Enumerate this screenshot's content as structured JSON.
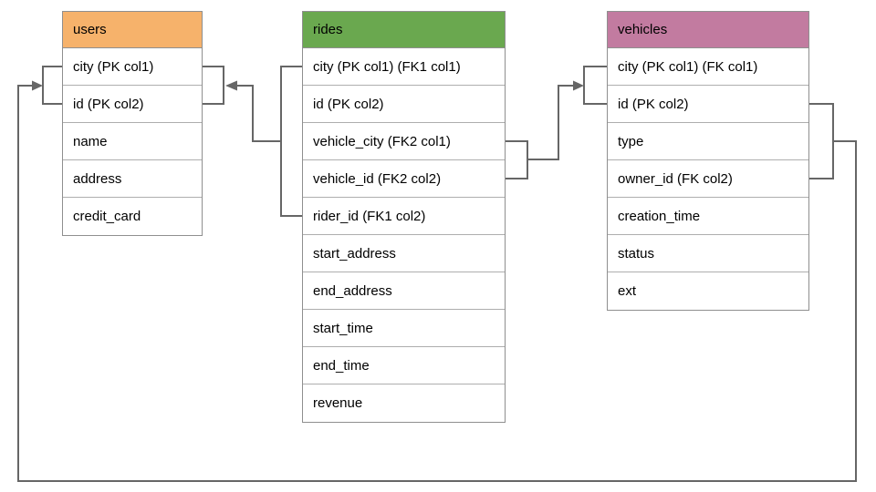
{
  "diagram": {
    "tables": [
      {
        "name": "users",
        "header_color": "#F6B26B",
        "columns": [
          "city (PK col1)",
          "id (PK col2)",
          "name",
          "address",
          "credit_card"
        ]
      },
      {
        "name": "rides",
        "header_color": "#6AA84F",
        "columns": [
          "city (PK col1) (FK1 col1)",
          "id (PK col2)",
          "vehicle_city (FK2 col1)",
          "vehicle_id (FK2 col2)",
          "rider_id (FK1 col2)",
          "start_address",
          "end_address",
          "start_time",
          "end_time",
          "revenue"
        ]
      },
      {
        "name": "vehicles",
        "header_color": "#C27BA0",
        "columns": [
          "city (PK col1) (FK col1)",
          "id (PK col2)",
          "type",
          "owner_id (FK col2)",
          "creation_time",
          "status",
          "ext"
        ]
      }
    ],
    "relationships": [
      {
        "name": "rides-to-users",
        "from": "rides (city, rider_id)",
        "to": "users (city, id)"
      },
      {
        "name": "rides-to-vehicles",
        "from": "rides (vehicle_city, vehicle_id)",
        "to": "vehicles (city, id)"
      },
      {
        "name": "vehicles-to-users",
        "from": "vehicles (id, owner_id)",
        "to": "users (city, id)"
      }
    ],
    "colors": {
      "connector": "#666666",
      "table_border": "#8f8f8f",
      "row_divider": "#aeaeae",
      "text": "#000000",
      "background": "#ffffff"
    }
  }
}
